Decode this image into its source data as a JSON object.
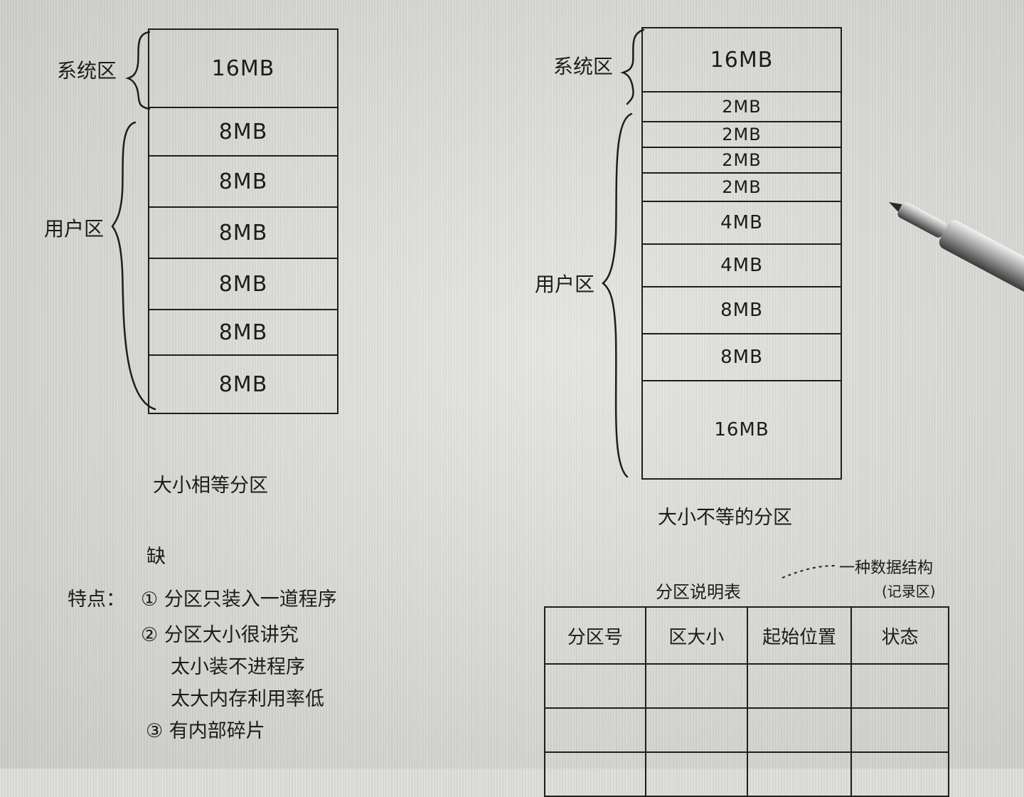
{
  "left_diagram": {
    "brace_system": "系统区",
    "brace_user": "用户区",
    "cells": [
      "16MB",
      "8MB",
      "8MB",
      "8MB",
      "8MB",
      "8MB",
      "8MB"
    ],
    "caption": "大小相等分区"
  },
  "right_diagram": {
    "brace_system": "系统区",
    "brace_user": "用户区",
    "cells": [
      "16MB",
      "2MB",
      "2MB",
      "2MB",
      "2MB",
      "4MB",
      "4MB",
      "8MB",
      "8MB",
      "16MB"
    ],
    "caption": "大小不等的分区"
  },
  "notes": {
    "heading": "缺",
    "title": "特点：",
    "line1": "① 分区只装入一道程序",
    "line2": "② 分区大小很讲究",
    "line3": "太小装不进程序",
    "line4": "太大内存利用率低",
    "line5": "③ 有内部碎片"
  },
  "partition_table": {
    "title": "分区说明表",
    "annotation_line1": "一种数据结构",
    "annotation_line2": "(记录区)",
    "headers": [
      "分区号",
      "区大小",
      "起始位置",
      "状态"
    ]
  }
}
